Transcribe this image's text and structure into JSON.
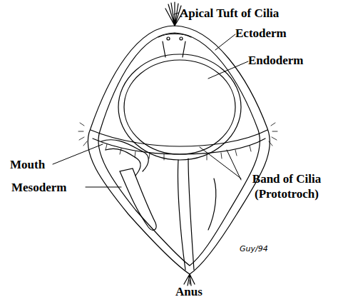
{
  "diagram": {
    "labels": [
      "Apical Tuft of Cilia",
      "Ectoderm",
      "Endoderm",
      "Mouth",
      "Mesoderm",
      "Band of Cilia (Prototroch)",
      "Anus",
      "Guy/94"
    ]
  }
}
